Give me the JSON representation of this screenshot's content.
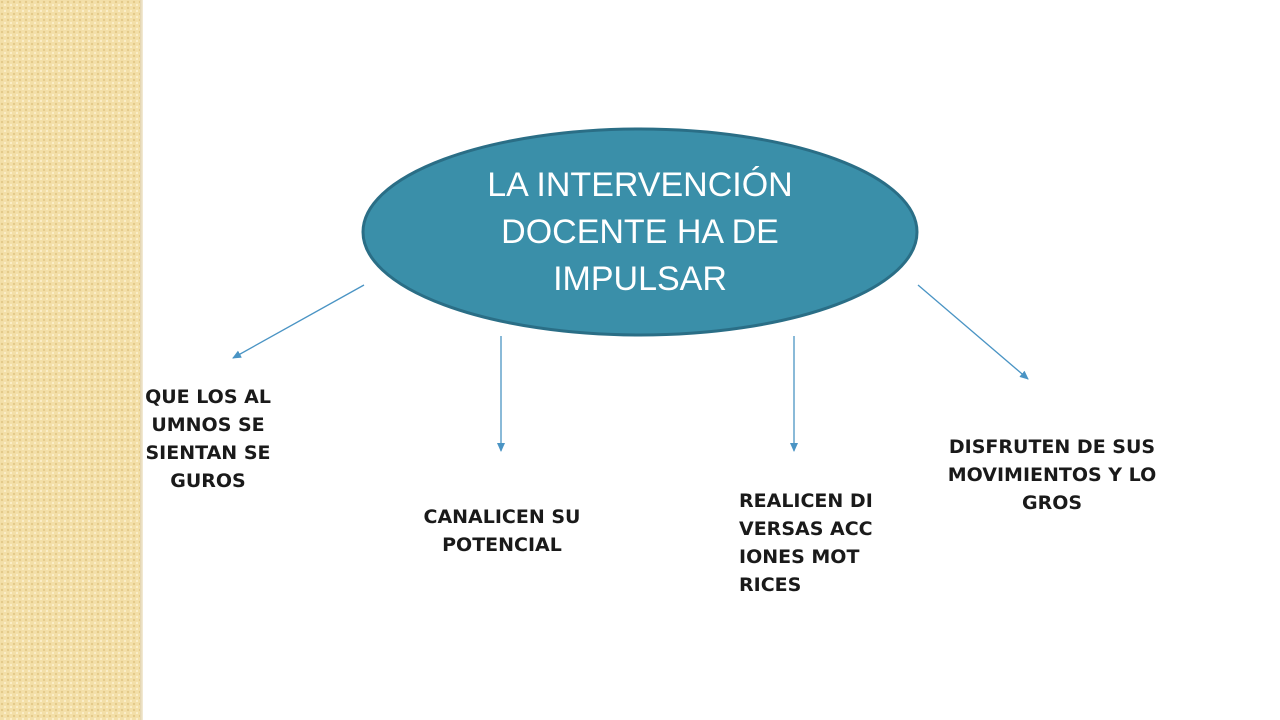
{
  "diagram": {
    "central_node": {
      "label": "LA INTERVENCIÓN DOCENTE HA DE IMPULSAR"
    },
    "child_nodes": [
      {
        "label": "QUE LOS ALUMNOS SE SIENTAN SEGUROS"
      },
      {
        "label": "CANALICEN SU POTENCIAL"
      },
      {
        "label": "REALICEN DIVERSAS ACCIONES MOTRICES"
      },
      {
        "label": "DISFRUTEN DE SUS MOVIMIENTOS Y LOGROS"
      }
    ]
  },
  "colors": {
    "ellipse_fill": "#3a8fa9",
    "ellipse_stroke": "#2a6e86",
    "arrow": "#4a94c4",
    "side_strip": "#f3dfa8"
  }
}
